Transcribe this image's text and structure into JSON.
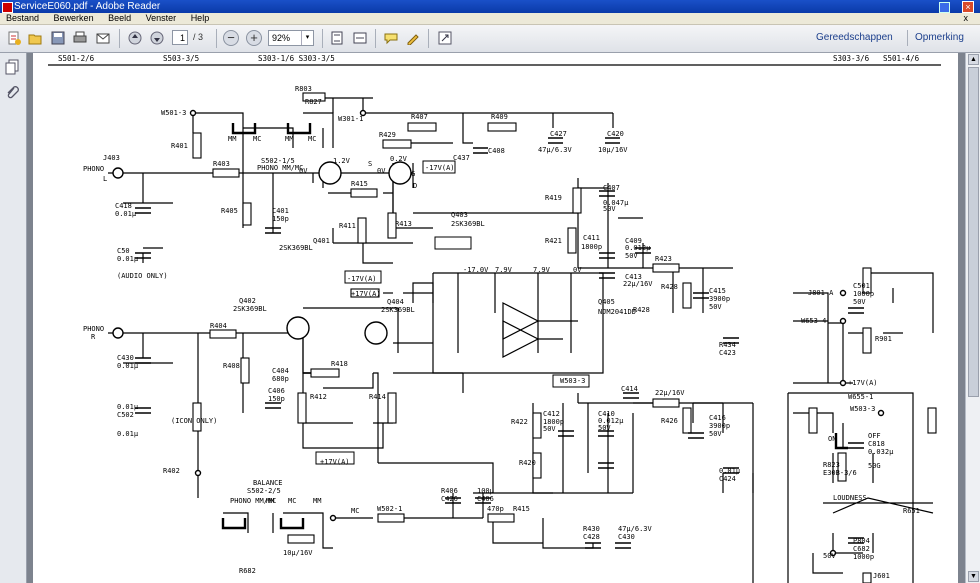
{
  "window": {
    "title": "ServiceE060.pdf - Adobe Reader",
    "close_glyph": "×"
  },
  "menu": {
    "items": [
      "Bestand",
      "Bewerken",
      "Beeld",
      "Venster",
      "Help"
    ],
    "close_glyph": "x"
  },
  "toolbar": {
    "page_current": "1",
    "page_total": "/ 3",
    "zoom": "92%",
    "zoom_out": "−",
    "zoom_in": "+",
    "dropdown_glyph": "▾",
    "tools_link": "Gereedschappen",
    "comment_link": "Opmerking"
  },
  "icons": {
    "create": "create-pdf-icon",
    "open": "open-folder-icon",
    "save": "save-icon",
    "print": "print-icon",
    "email": "email-icon",
    "prev": "previous-page-icon",
    "next": "next-page-icon",
    "fit_page": "fit-page-icon",
    "fit_width": "fit-width-icon",
    "comment": "comment-icon",
    "sign": "sign-icon",
    "expand": "expand-icon",
    "pages": "pages-panel-icon",
    "attach": "attachments-panel-icon"
  },
  "schematic": {
    "header_texts": [
      "S501-2/6",
      "S503-3/5",
      "S303-1/6   S303-3/5",
      "S303-3/6",
      "S501-4/6"
    ],
    "labels": [
      "W501-3",
      "R803",
      "W301-1",
      "R407",
      "R409",
      "C427",
      "C420",
      "R401",
      "R827",
      "MM",
      "MC",
      "MM",
      "MC",
      "R429",
      "-17V(A)",
      "C437",
      "C408",
      "47µ/6.3V",
      "10µ/16V",
      "J403",
      "R403",
      "S502-1/5",
      "PHONO MM/MC",
      "1.2V",
      "0.2V",
      "0V",
      "0V",
      "S",
      "G",
      "D",
      "PHONO",
      "L",
      "C418",
      "0.01µ",
      "R405",
      "C401",
      "150p",
      "R415",
      "R419",
      "C407",
      "0.047µ",
      "50V",
      "Q403",
      "2SK369BL",
      "R411",
      "R413",
      "Q401",
      "2SK369BL",
      "-17V(A)",
      "C50",
      "0.01µ",
      "(AUDIO ONLY)",
      "R421",
      "C411",
      "C409",
      "1800p",
      "0.012µ",
      "50V",
      "C413",
      "22µ/16V",
      "R423",
      "+17V(A)",
      "-17.0V",
      "7.9V",
      "7.9V",
      "0V",
      "R428",
      "C415",
      "3900p",
      "50V",
      "R428",
      "Q402",
      "2SK369BL",
      "Q404",
      "2SK369BL",
      "Q405",
      "NJM2041DD",
      "J801-A",
      "W653-4",
      "C501",
      "1000p",
      "50V",
      "R901",
      "PHONO",
      "R",
      "R404",
      "C430",
      "0.01µ",
      "R408",
      "R418",
      "C404",
      "680p",
      "C406",
      "150p",
      "R412",
      "R414",
      "+17V(A)",
      "R422",
      "C410",
      "0.012µ",
      "50V",
      "C412",
      "1800p",
      "50V",
      "R426",
      "C416",
      "3900p",
      "50V",
      "R420",
      "C414",
      "22µ/16V",
      "R434",
      "C423",
      "0.01µ",
      "C424",
      "0.01µ",
      "C502",
      "0.01µ",
      "(ICON ONLY)",
      "R402",
      "W503-3",
      "+17V(A)",
      "W655-1",
      "W503-3",
      "ON",
      "OFF",
      "C818",
      "0.032µ",
      "50G",
      "R823",
      "E30B-3/6",
      "LOUDNESS",
      "R651",
      "BALANCE",
      "S502-2/5",
      "PHONO MM/MC",
      "MM",
      "MC",
      "MM",
      "MC",
      "W502-1",
      "R406",
      "C426",
      "100µ",
      "C406",
      "470p",
      "R415",
      "R430",
      "C428",
      "47µ/6.3V",
      "C430",
      "10µ/16V",
      "P804",
      "C682",
      "1000p",
      "50V",
      "J601",
      "R682"
    ]
  }
}
